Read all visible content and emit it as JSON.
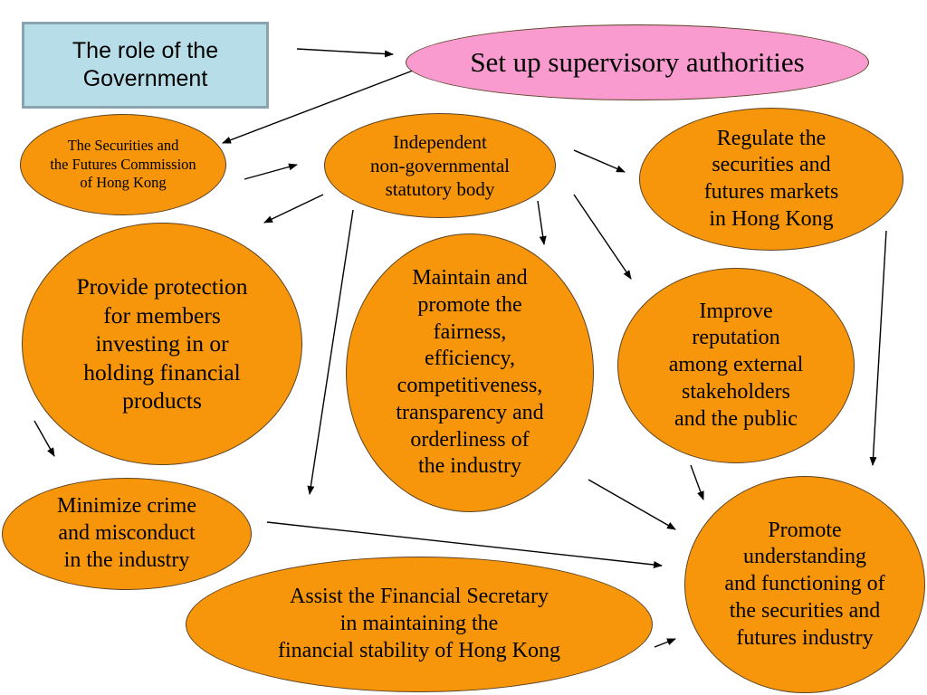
{
  "diagram": {
    "title_box": {
      "text": "The role of the\nGovernment"
    },
    "nodes": {
      "set_up": "Set up supervisory authorities",
      "sfc": "The Securities and\nthe Futures Commission\nof Hong Kong",
      "independent": "Independent\nnon-governmental\nstatutory body",
      "regulate": "Regulate the\nsecurities and\nfutures markets\nin Hong Kong",
      "protection": "Provide protection\nfor members\ninvesting in or\nholding financial\nproducts",
      "fairness": "Maintain and\npromote the\nfairness,\nefficiency,\ncompetitiveness,\ntransparency and\norderliness of\nthe industry",
      "reputation": "Improve\nreputation\namong external\nstakeholders\nand the public",
      "crime": "Minimize crime\nand misconduct\nin the industry",
      "assist": "Assist the Financial Secretary\nin maintaining the\nfinancial stability of Hong Kong",
      "promote": "Promote\nunderstanding\nand functioning of\nthe securities and\nfutures industry"
    },
    "colors": {
      "node_fill": "#f7960a",
      "title_box_fill": "#b7dde8",
      "highlight_fill": "#f99bce",
      "arrow": "#000000"
    }
  }
}
